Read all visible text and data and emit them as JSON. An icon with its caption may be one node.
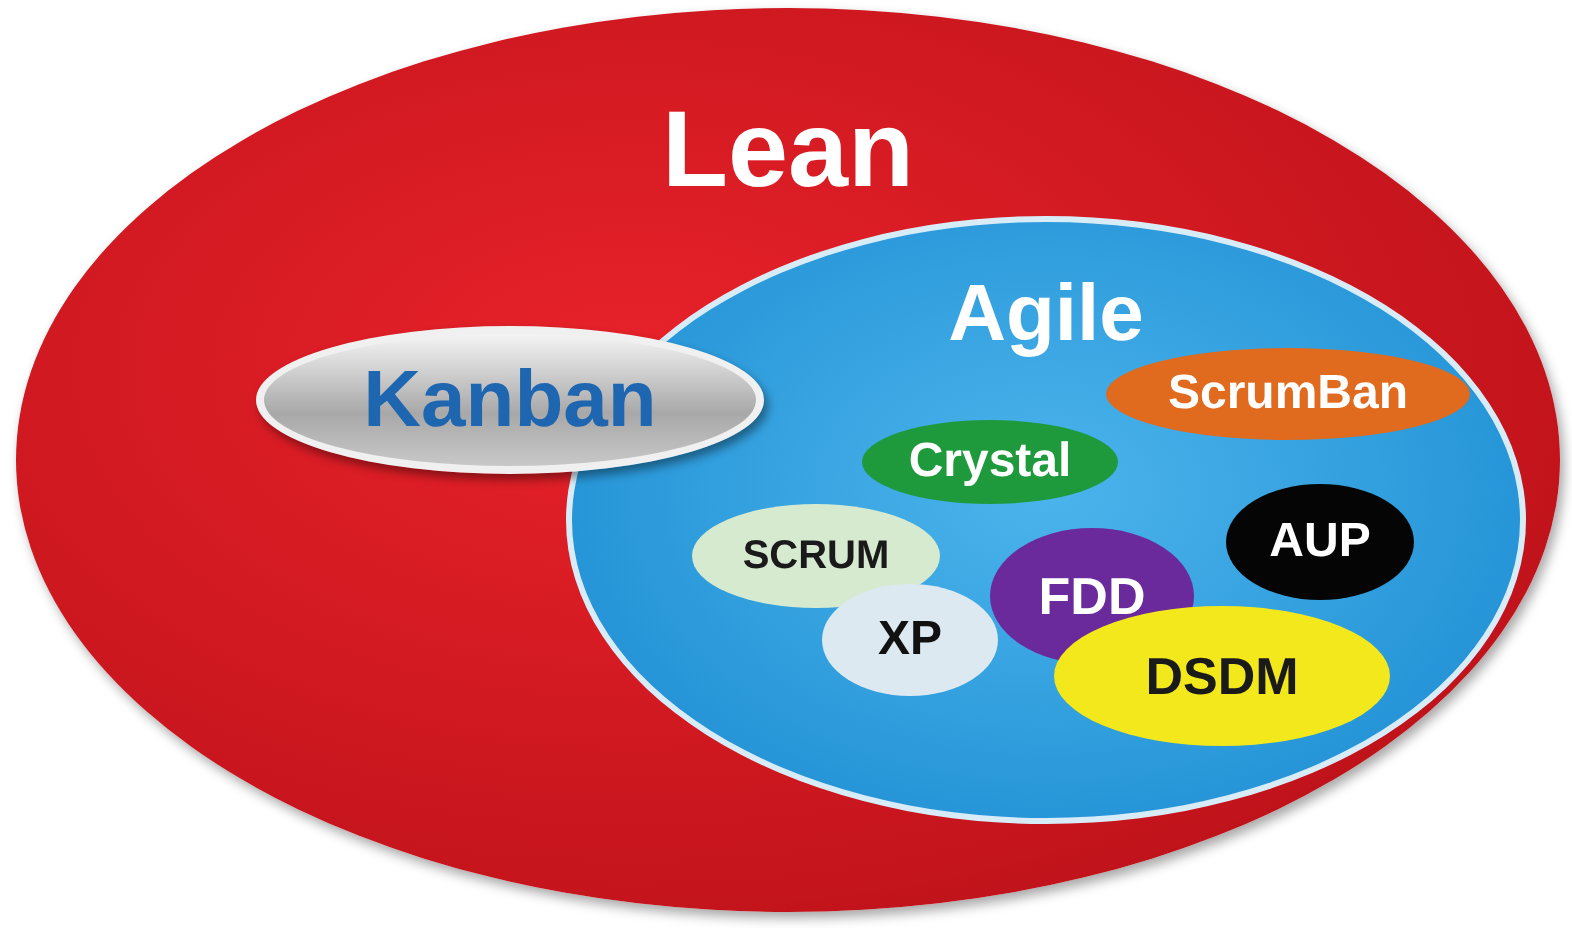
{
  "diagram": {
    "nodes": [
      {
        "text": [
          "Lean"
        ]
      },
      {
        "text": [
          "Kanban"
        ],
        "in": 0
      },
      {
        "text": [
          "Agile"
        ],
        "in": 0
      },
      {
        "text": [
          "ScrumBan"
        ],
        "in": 2
      },
      {
        "text": [
          "Crystal"
        ],
        "in": 2
      },
      {
        "text": [
          "SCRUM"
        ],
        "in": 2
      },
      {
        "text": [
          "AUP"
        ],
        "in": 2
      },
      {
        "text": [
          "FDD"
        ],
        "in": 2
      },
      {
        "text": [
          "XP"
        ],
        "in": 2
      },
      {
        "text": [
          "DSDM"
        ],
        "in": 2
      }
    ]
  }
}
